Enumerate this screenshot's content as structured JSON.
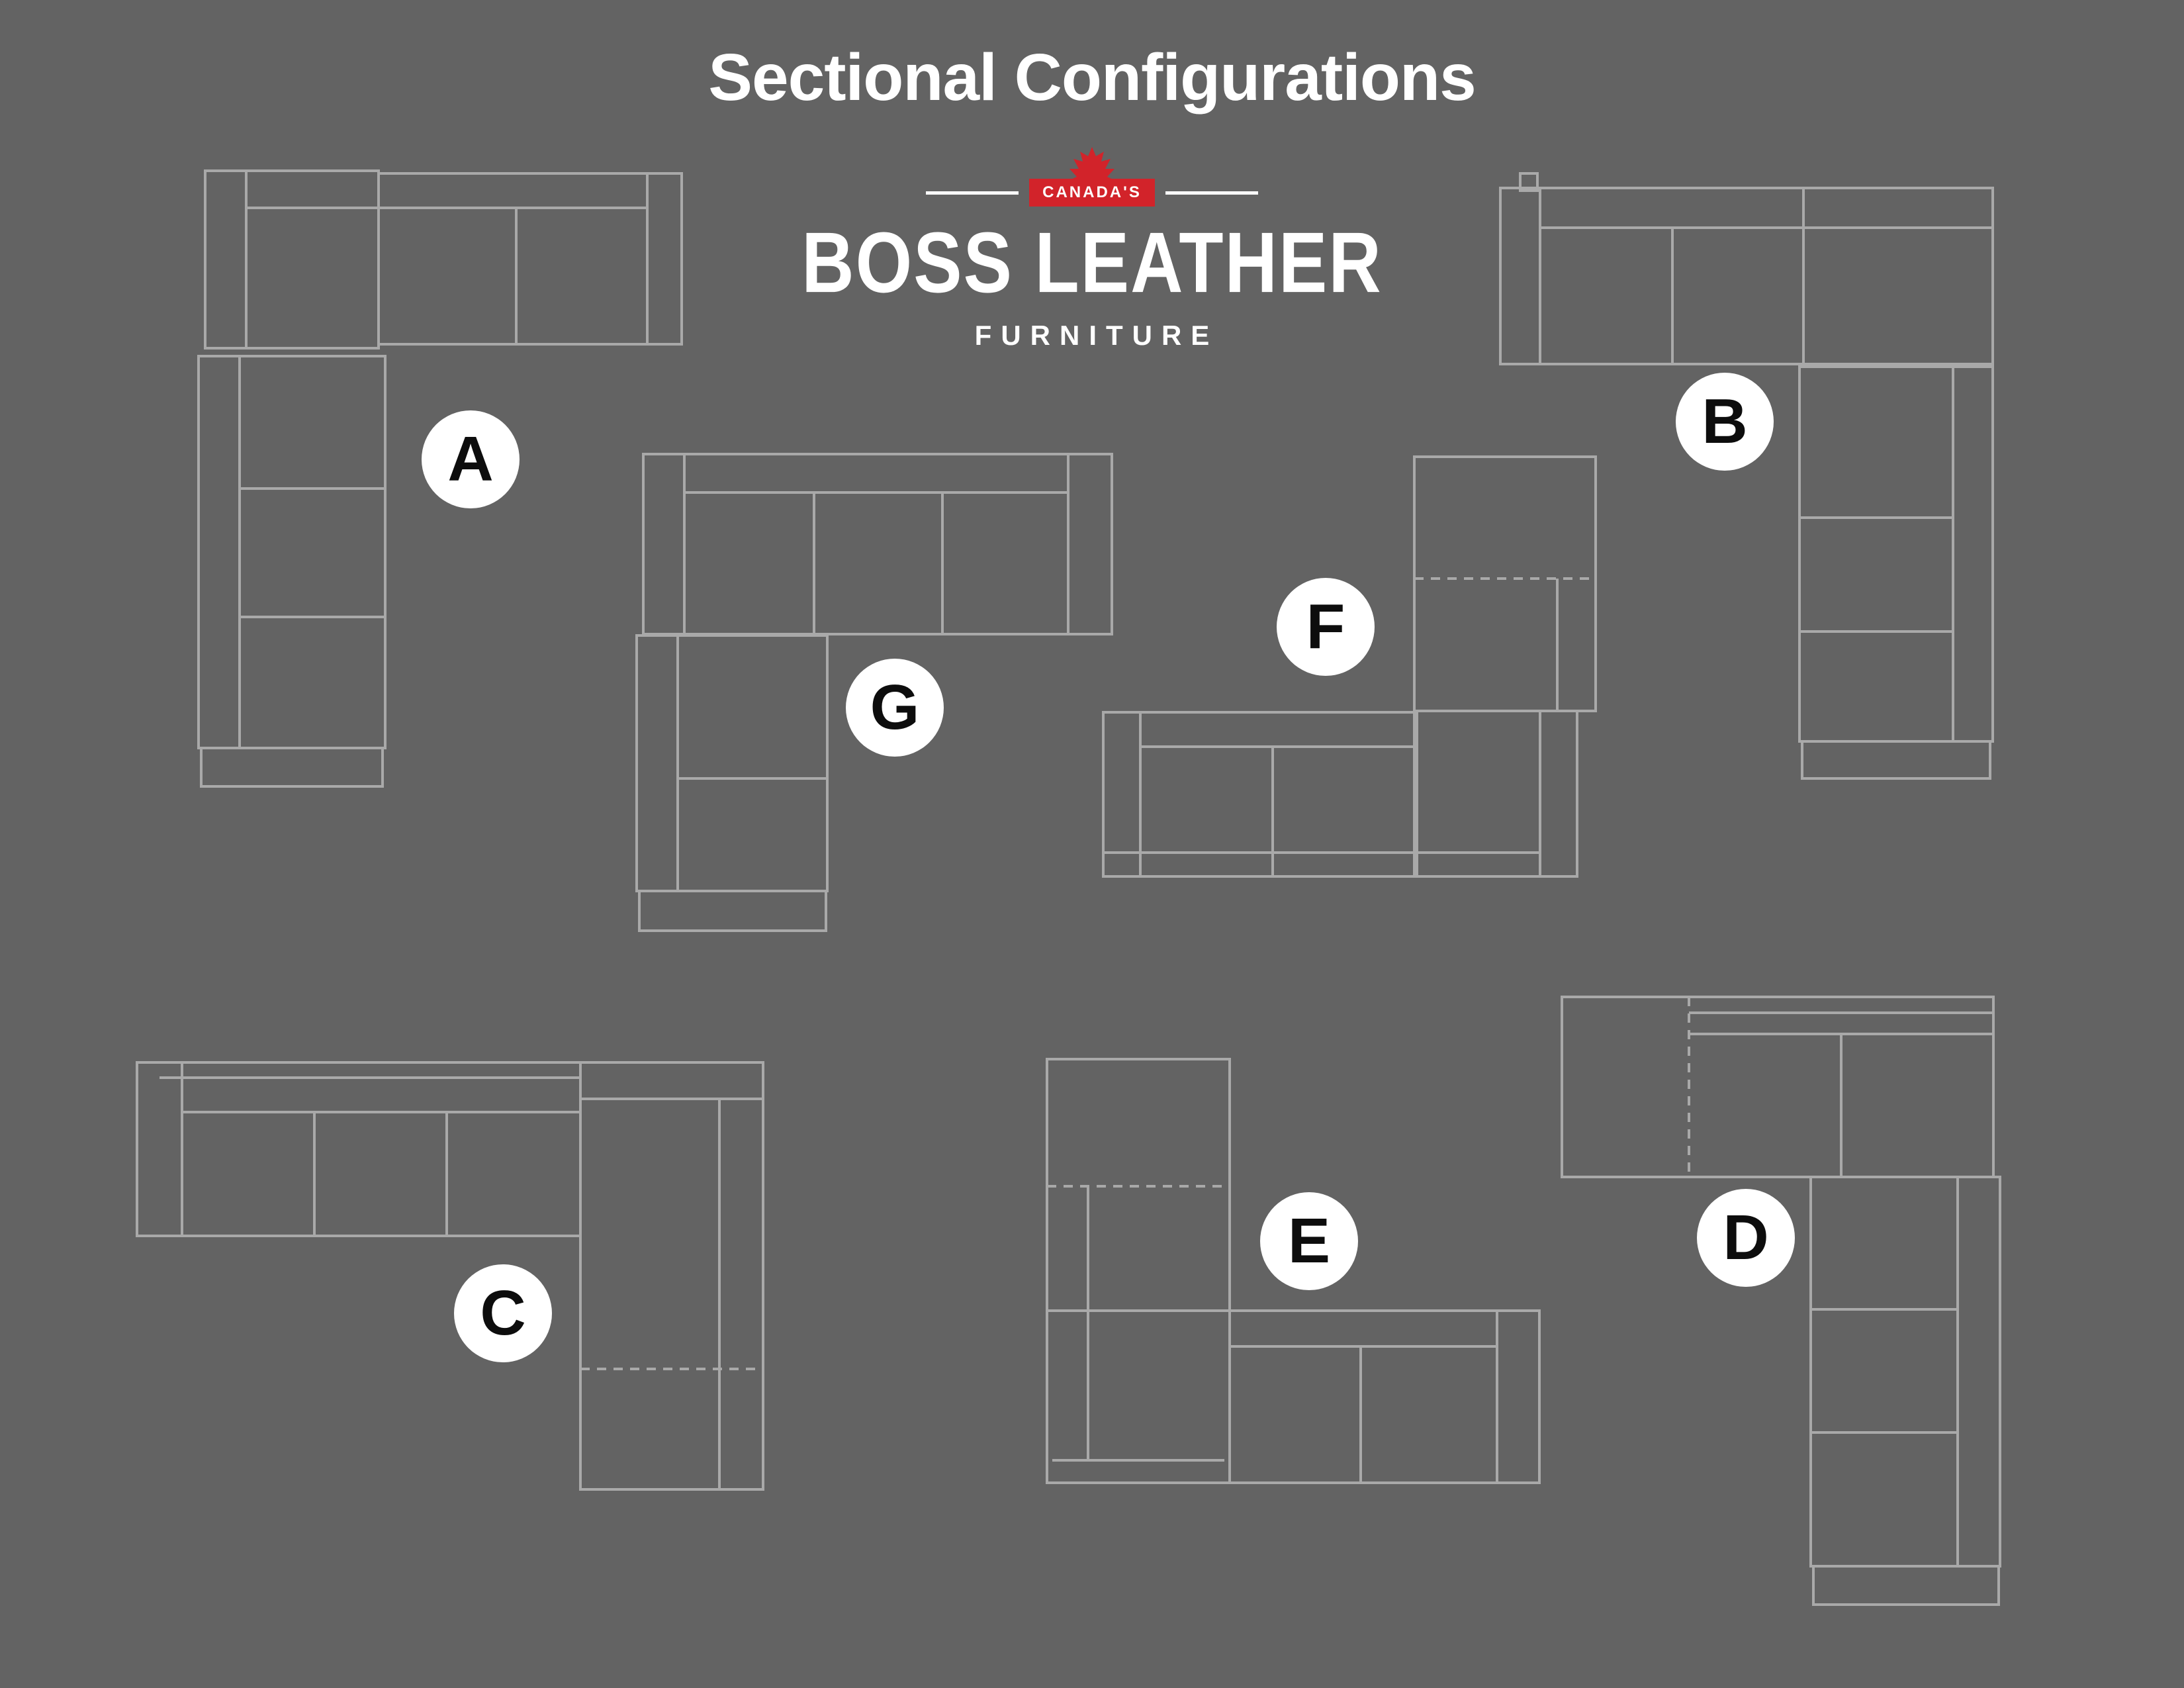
{
  "page": {
    "title": "Sectional Configurations",
    "background_color": "#636363",
    "line_color": "#a9a9a9"
  },
  "logo": {
    "country_label": "CANADA'S",
    "brand": "BOSS LEATHER",
    "subtitle": "FURNITURE",
    "accent_red": "#d2232a",
    "text_color": "#ffffff"
  },
  "configurations": [
    {
      "label": "A"
    },
    {
      "label": "B"
    },
    {
      "label": "C"
    },
    {
      "label": "D"
    },
    {
      "label": "E"
    },
    {
      "label": "F"
    },
    {
      "label": "G"
    }
  ]
}
